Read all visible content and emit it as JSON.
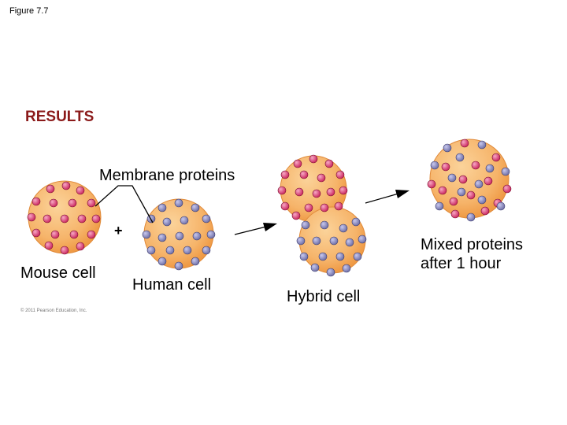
{
  "figure_label": "Figure 7.7",
  "section_title": "RESULTS",
  "labels": {
    "membrane_proteins": "Membrane proteins",
    "mouse_cell": "Mouse cell",
    "human_cell": "Human cell",
    "hybrid_cell": "Hybrid cell",
    "mixed_line1": "Mixed proteins",
    "mixed_line2": "after 1 hour",
    "plus": "+"
  },
  "copyright": "© 2011 Pearson Education, Inc.",
  "colors": {
    "cell_fill": "#f6b46a",
    "mouse_protein": "#d6336c",
    "human_protein": "#8c8cc0",
    "title_red": "#8b1a1a"
  }
}
